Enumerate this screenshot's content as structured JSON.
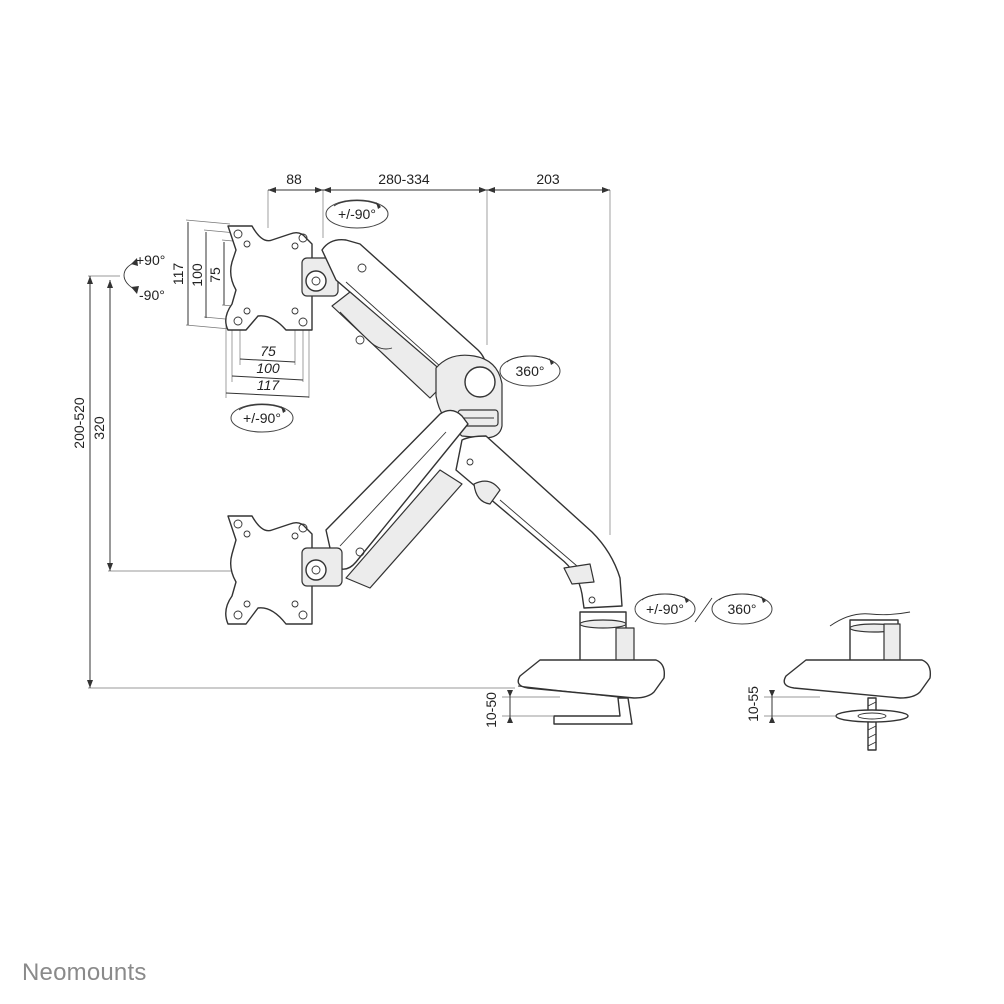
{
  "brand": "Neomounts",
  "dimensions": {
    "vesa_offset": "88",
    "arm_reach": "280-334",
    "base_reach": "203",
    "total_height": "200-520",
    "monitor_travel": "320",
    "clamp_thickness": "10-50",
    "grommet_thickness": "10-55",
    "vesa_v_117": "117",
    "vesa_v_100": "100",
    "vesa_v_75": "75",
    "vesa_h_75": "75",
    "vesa_h_100": "100",
    "vesa_h_117": "117"
  },
  "rotations": {
    "tilt_top": "+/-90°",
    "tilt_vesa": "+/-90°",
    "rotate_plus": "+90°",
    "rotate_minus": "-90°",
    "elbow_swivel": "360°",
    "base_tilt": "+/-90°",
    "base_swivel": "360°"
  }
}
